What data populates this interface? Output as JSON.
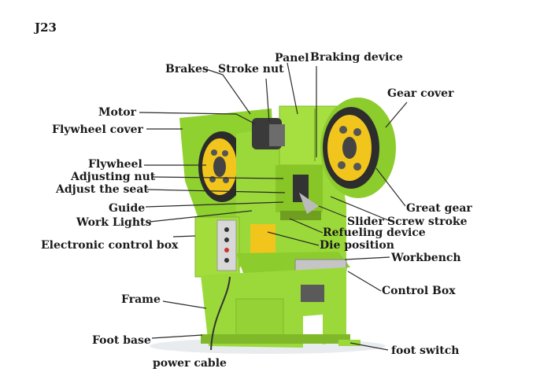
{
  "title": "J23",
  "labels": {
    "panel": "Panel",
    "braking_device": "Braking device",
    "brakes": "Brakes",
    "stroke_nut": "Stroke nut",
    "gear_cover": "Gear cover",
    "motor": "Motor",
    "flywheel_cover": "Flywheel cover",
    "flywheel": "Flywheel",
    "adjusting_nut": "Adjusting nut",
    "adjust_the_seat": "Adjust the seat",
    "guide": "Guide",
    "work_lights": "Work Lights",
    "great_gear": "Great gear",
    "slider": "Slider",
    "screw_stroke": "Screw stroke",
    "refueling_device": "Refueling device",
    "electronic_control_box": "Electronic control box",
    "die_position": "Die position",
    "workbench": "Workbench",
    "control_box": "Control Box",
    "frame": "Frame",
    "foot_base": "Foot base",
    "foot_switch": "foot switch",
    "power_cable": "power cable"
  },
  "colors": {
    "machine_green": "#9bd93a",
    "machine_dark": "#6fae1f",
    "gear_yellow": "#f2c51c",
    "leader_line": "#2a2a2a"
  }
}
